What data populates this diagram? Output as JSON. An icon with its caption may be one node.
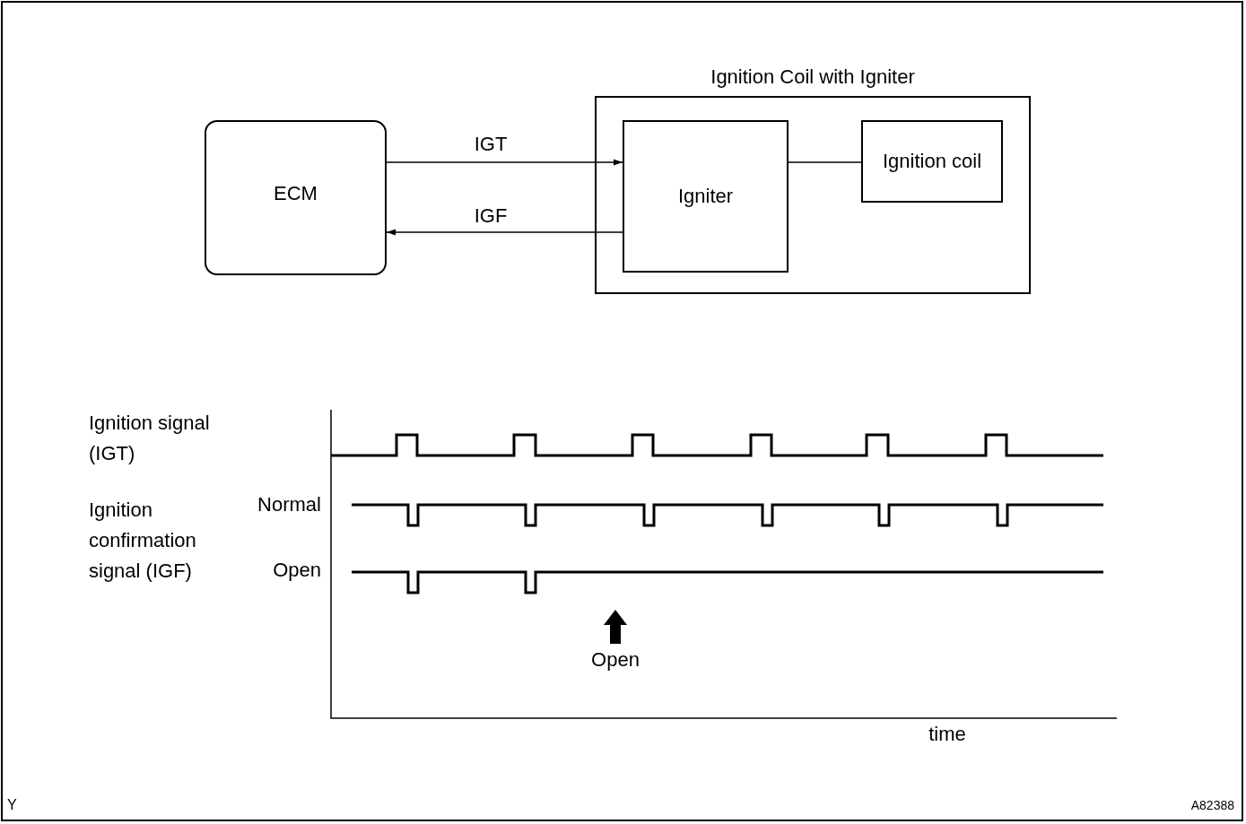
{
  "diagram": {
    "nodes": [
      {
        "text": [
          "ECM"
        ]
      },
      {
        "text": [
          "Ignition Coil with Igniter"
        ]
      },
      {
        "text": [
          "Igniter"
        ],
        "in": 1
      },
      {
        "text": [
          "Ignition coil"
        ],
        "in": 1
      }
    ],
    "edges": [
      {
        "from": 0,
        "to": 2,
        "arrow": "to",
        "label": "IGT"
      },
      {
        "from": 2,
        "to": 0,
        "arrow": "to",
        "label": "IGF"
      },
      {
        "from": 2,
        "to": 3,
        "arrow": "none"
      }
    ],
    "labels": [
      "Ignition signal (IGT)",
      "Ignition confirmation signal (IGF)",
      "Normal",
      "Open",
      "Open",
      "time",
      "Y",
      "A82388"
    ]
  }
}
